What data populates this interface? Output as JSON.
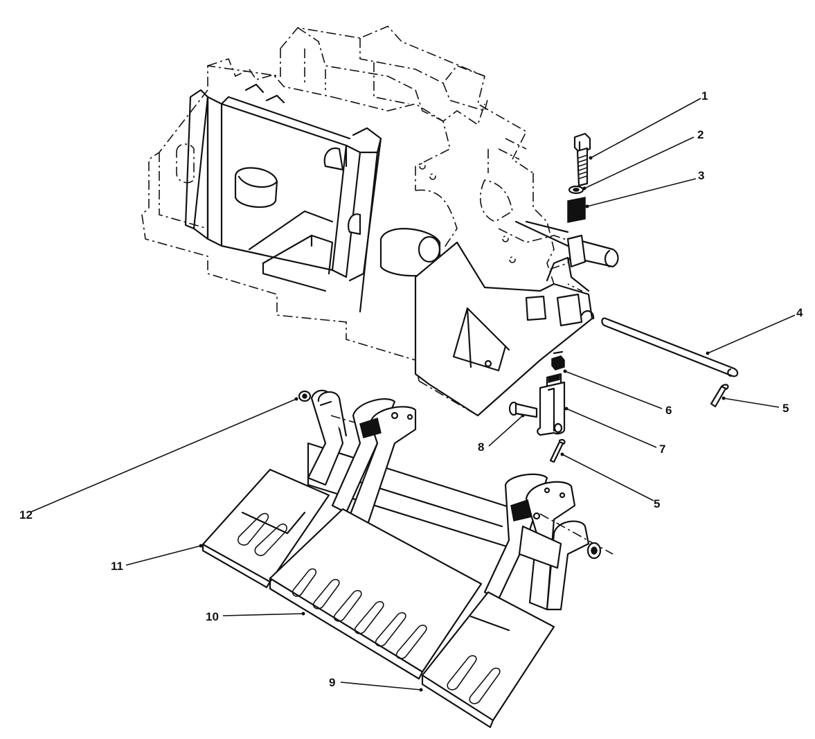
{
  "callouts": [
    {
      "id": "1",
      "label": "1"
    },
    {
      "id": "2",
      "label": "2"
    },
    {
      "id": "3",
      "label": "3"
    },
    {
      "id": "4",
      "label": "4"
    },
    {
      "id": "5a",
      "label": "5"
    },
    {
      "id": "6",
      "label": "6"
    },
    {
      "id": "7",
      "label": "7"
    },
    {
      "id": "8",
      "label": "8"
    },
    {
      "id": "5b",
      "label": "5"
    },
    {
      "id": "12",
      "label": "12"
    },
    {
      "id": "11",
      "label": "11"
    },
    {
      "id": "10",
      "label": "10"
    },
    {
      "id": "9",
      "label": "9"
    }
  ]
}
